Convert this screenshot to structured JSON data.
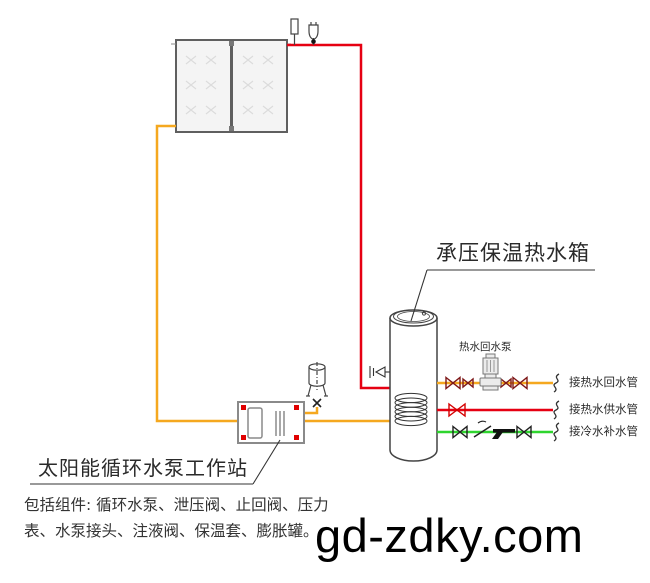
{
  "diagram": {
    "tank_label": "承压保温热水箱",
    "return_pump_label": "热水回水泵",
    "station": {
      "label": "太阳能循环水泵工作站",
      "components_line1": "包括组件: 循环水泵、泄压阀、止回阀、压力",
      "components_line2": "表、水泵接头、注液阀、保温套、膨胀罐。"
    },
    "pipe_labels": {
      "hot_return": "接热水回水管",
      "hot_supply": "接热水供水管",
      "cold_feed": "接冷水补水管"
    },
    "colors": {
      "hot_pipe": "#e60012",
      "solar_loop_pipe": "#f5a81f",
      "cold_pipe": "#2ed52e",
      "station_marker": "#e00000"
    },
    "symbols": {
      "gate_valve": "bowtie",
      "check_valve": "diagonal-flap",
      "strainer": "solid-wedge",
      "pipe_break": "squiggle"
    },
    "watermark": "gd-zdky.com"
  }
}
